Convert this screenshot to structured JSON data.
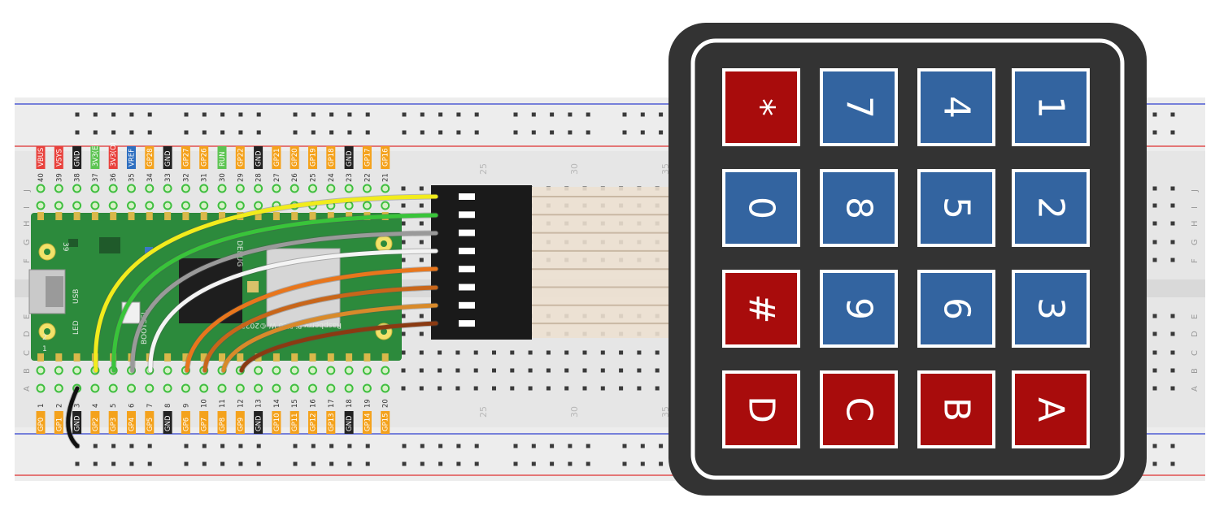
{
  "breadboard": {
    "column_numbers": [
      "25",
      "30",
      "35"
    ],
    "row_letters_left": [
      "J",
      "I",
      "H",
      "G",
      "F",
      "E",
      "D",
      "C",
      "B",
      "A"
    ],
    "row_letters_right": [
      "J",
      "I",
      "H",
      "G",
      "F",
      "E",
      "D",
      "C",
      "B",
      "A"
    ],
    "rail_colors": {
      "plus": "#e03030",
      "minus": "#2f3fd0"
    }
  },
  "pico": {
    "top_pins": [
      {
        "num": "40",
        "label": "VBUS",
        "color": "#e8413c"
      },
      {
        "num": "39",
        "label": "VSYS",
        "color": "#e8413c"
      },
      {
        "num": "38",
        "label": "GND",
        "color": "#222222"
      },
      {
        "num": "37",
        "label": "3V3(E)",
        "color": "#5cc452"
      },
      {
        "num": "36",
        "label": "3V3(O)",
        "color": "#e8413c"
      },
      {
        "num": "35",
        "label": "VREF",
        "color": "#2e6fc0"
      },
      {
        "num": "34",
        "label": "GP28",
        "color": "#f4a21c"
      },
      {
        "num": "33",
        "label": "GND",
        "color": "#222222"
      },
      {
        "num": "32",
        "label": "GP27",
        "color": "#f4a21c"
      },
      {
        "num": "31",
        "label": "GP26",
        "color": "#f4a21c"
      },
      {
        "num": "30",
        "label": "RUN",
        "color": "#5cc452"
      },
      {
        "num": "29",
        "label": "GP22",
        "color": "#f4a21c"
      },
      {
        "num": "28",
        "label": "GND",
        "color": "#222222"
      },
      {
        "num": "27",
        "label": "GP21",
        "color": "#f4a21c"
      },
      {
        "num": "26",
        "label": "GP20",
        "color": "#f4a21c"
      },
      {
        "num": "25",
        "label": "GP19",
        "color": "#f4a21c"
      },
      {
        "num": "24",
        "label": "GP18",
        "color": "#f4a21c"
      },
      {
        "num": "23",
        "label": "GND",
        "color": "#222222"
      },
      {
        "num": "22",
        "label": "GP17",
        "color": "#f4a21c"
      },
      {
        "num": "21",
        "label": "GP16",
        "color": "#f4a21c"
      }
    ],
    "bottom_pins": [
      {
        "num": "1",
        "label": "GP0",
        "color": "#f4a21c"
      },
      {
        "num": "2",
        "label": "GP1",
        "color": "#f4a21c"
      },
      {
        "num": "3",
        "label": "GND",
        "color": "#222222"
      },
      {
        "num": "4",
        "label": "GP2",
        "color": "#f4a21c"
      },
      {
        "num": "5",
        "label": "GP3",
        "color": "#f4a21c"
      },
      {
        "num": "6",
        "label": "GP4",
        "color": "#f4a21c"
      },
      {
        "num": "7",
        "label": "GP5",
        "color": "#f4a21c"
      },
      {
        "num": "8",
        "label": "GND",
        "color": "#222222"
      },
      {
        "num": "9",
        "label": "GP6",
        "color": "#f4a21c"
      },
      {
        "num": "10",
        "label": "GP7",
        "color": "#f4a21c"
      },
      {
        "num": "11",
        "label": "GP8",
        "color": "#f4a21c"
      },
      {
        "num": "12",
        "label": "GP9",
        "color": "#f4a21c"
      },
      {
        "num": "13",
        "label": "GND",
        "color": "#222222"
      },
      {
        "num": "14",
        "label": "GP10",
        "color": "#f4a21c"
      },
      {
        "num": "15",
        "label": "GP11",
        "color": "#f4a21c"
      },
      {
        "num": "16",
        "label": "GP12",
        "color": "#f4a21c"
      },
      {
        "num": "17",
        "label": "GP13",
        "color": "#f4a21c"
      },
      {
        "num": "18",
        "label": "GND",
        "color": "#222222"
      },
      {
        "num": "19",
        "label": "GP14",
        "color": "#f4a21c"
      },
      {
        "num": "20",
        "label": "GP15",
        "color": "#f4a21c"
      }
    ],
    "silkscreen": {
      "usb": "USB",
      "led": "LED",
      "bootsel": "BOOTSEL",
      "brand": "Raspberry Pi Pico W ©2022",
      "debug": "DEBUG",
      "pin1": "1",
      "pin2": "2",
      "pin39": "39"
    },
    "board_color": "#2c8a3c"
  },
  "wires": [
    {
      "name": "wire-yellow",
      "color": "#f2ec1c"
    },
    {
      "name": "wire-green",
      "color": "#39c43a"
    },
    {
      "name": "wire-gray",
      "color": "#9a9a9a"
    },
    {
      "name": "wire-white",
      "color": "#f4f4f4"
    },
    {
      "name": "wire-orange",
      "color": "#e8761c"
    },
    {
      "name": "wire-dark-orange",
      "color": "#c8661a"
    },
    {
      "name": "wire-ochre",
      "color": "#d88a2a"
    },
    {
      "name": "wire-brown",
      "color": "#8a3a12"
    },
    {
      "name": "wire-ground",
      "color": "#111111"
    }
  ],
  "keypad": {
    "frame_color": "#333333",
    "blue": "#3364a0",
    "red": "#a80c0c",
    "rows": [
      [
        {
          "label": "*",
          "color": "red"
        },
        {
          "label": "7",
          "color": "blue"
        },
        {
          "label": "4",
          "color": "blue"
        },
        {
          "label": "1",
          "color": "blue"
        }
      ],
      [
        {
          "label": "0",
          "color": "blue"
        },
        {
          "label": "8",
          "color": "blue"
        },
        {
          "label": "5",
          "color": "blue"
        },
        {
          "label": "2",
          "color": "blue"
        }
      ],
      [
        {
          "label": "#",
          "color": "red"
        },
        {
          "label": "9",
          "color": "blue"
        },
        {
          "label": "6",
          "color": "blue"
        },
        {
          "label": "3",
          "color": "blue"
        }
      ],
      [
        {
          "label": "D",
          "color": "red"
        },
        {
          "label": "C",
          "color": "red"
        },
        {
          "label": "B",
          "color": "red"
        },
        {
          "label": "A",
          "color": "red"
        }
      ]
    ]
  }
}
